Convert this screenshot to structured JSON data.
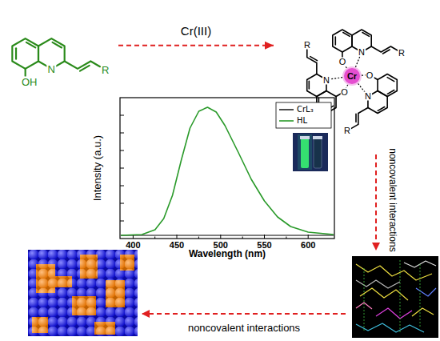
{
  "diagram": {
    "nodes": [
      {
        "text": [
          "OH",
          "N",
          "R"
        ]
      },
      {
        "text": [
          "R",
          "O",
          "N",
          "R",
          "Cr",
          "N",
          "O",
          "O",
          "N",
          "R"
        ]
      }
    ],
    "edges": [
      {
        "from": 0,
        "to": 1,
        "arrow": "to",
        "label": "Cr(III)"
      }
    ],
    "labels": [
      "noncovalent interactions",
      "noncovalent interactions",
      "Intensity (a.u.)",
      "Wavelength (nm)",
      "400",
      "450",
      "500",
      "550",
      "600"
    ],
    "legend": [
      {
        "text": "CrL₃"
      },
      {
        "text": "HL"
      }
    ]
  }
}
